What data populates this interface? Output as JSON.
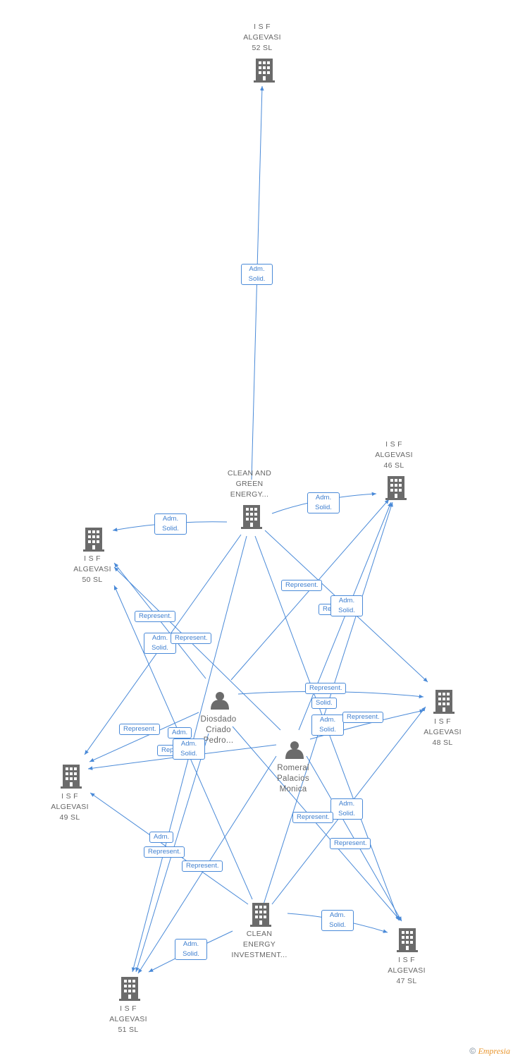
{
  "nodes": {
    "isf52": {
      "lines": [
        "I S F",
        "ALGEVASI",
        "52 SL"
      ],
      "type": "company"
    },
    "clean_green": {
      "lines": [
        "CLEAN AND",
        "GREEN",
        "ENERGY..."
      ],
      "type": "company"
    },
    "isf46": {
      "lines": [
        "I S F",
        "ALGEVASI",
        "46 SL"
      ],
      "type": "company"
    },
    "isf50": {
      "lines": [
        "I S F",
        "ALGEVASI",
        "50 SL"
      ],
      "type": "company"
    },
    "diosdado": {
      "lines": [
        "Diosdado",
        "Criado",
        "Pedro..."
      ],
      "type": "person"
    },
    "romeral": {
      "lines": [
        "Romeral",
        "Palacios",
        "Monica"
      ],
      "type": "person"
    },
    "isf48": {
      "lines": [
        "I S F",
        "ALGEVASI",
        "48 SL"
      ],
      "type": "company"
    },
    "isf49": {
      "lines": [
        "I S F",
        "ALGEVASI",
        "49 SL"
      ],
      "type": "company"
    },
    "clean_inv": {
      "lines": [
        "CLEAN",
        "ENERGY",
        "INVESTMENT..."
      ],
      "type": "company"
    },
    "isf47": {
      "lines": [
        "I S F",
        "ALGEVASI",
        "47 SL"
      ],
      "type": "company"
    },
    "isf51": {
      "lines": [
        "I S F",
        "ALGEVASI",
        "51 SL"
      ],
      "type": "company"
    }
  },
  "edge_labels": {
    "adm_solid": [
      "Adm.",
      "Solid."
    ],
    "represent": "Represent.",
    "adm_short": "Adm.",
    "solid_short": "Solid.",
    "repr_cut": "Repr",
    "re_cut": "Re"
  },
  "footer": {
    "copyright": "©",
    "brand": "Empresia"
  },
  "colors": {
    "edge": "#4a8ad8",
    "icon": "#6b6b6b",
    "label_text": "#3f7fcf",
    "node_text": "#666666"
  }
}
